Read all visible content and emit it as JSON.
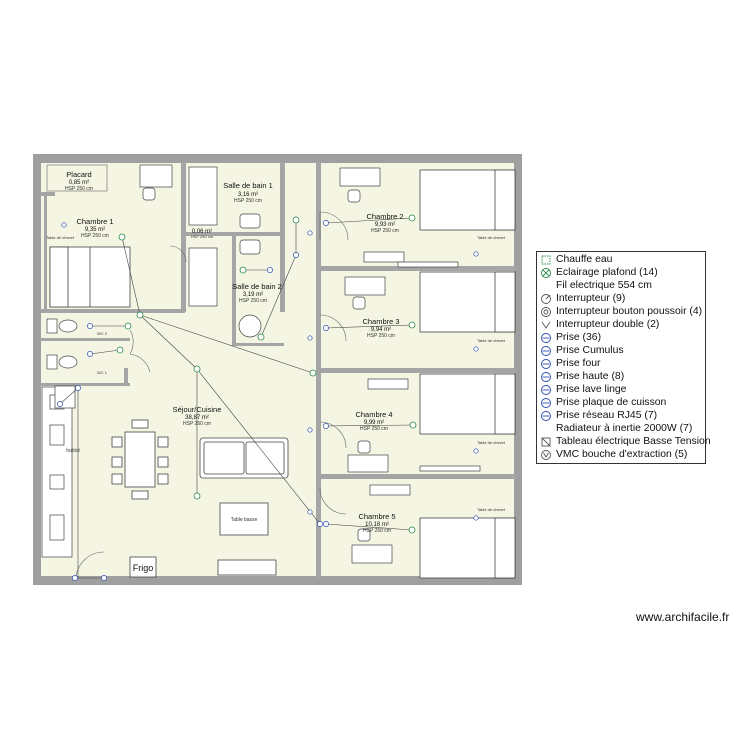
{
  "rooms": {
    "placard": {
      "name": "Placard",
      "area": "0,85 m²",
      "hsp": "HSP 250 cm"
    },
    "chambre1": {
      "name": "Chambre 1",
      "area": "9,35 m²",
      "hsp": "HSP 250 cm"
    },
    "sdb1": {
      "name": "Salle de bain 1",
      "area": "3,16 m²",
      "hsp": "HSP 250 cm"
    },
    "sdb2": {
      "name": "Salle de bain 2",
      "area": "3,19 m²",
      "hsp": "HSP 250 cm"
    },
    "small006": {
      "area": "0,06 m²",
      "hsp": "HSP 250 cm"
    },
    "chambre2": {
      "name": "Chambre 2",
      "area": "9,93 m²",
      "hsp": "HSP 250 cm"
    },
    "chambre3": {
      "name": "Chambre 3",
      "area": "9,94 m²",
      "hsp": "HSP 250 cm"
    },
    "chambre4": {
      "name": "Chambre 4",
      "area": "9,99 m²",
      "hsp": "HSP 250 cm"
    },
    "chambre5": {
      "name": "Chambre 5",
      "area": "10,18 m²",
      "hsp": "HSP 250 cm"
    },
    "sejour": {
      "name": "Séjour/Cuisine",
      "area": "38,87 m²",
      "hsp": "HSP 250 cm"
    },
    "wc1": {
      "name": "WC 1"
    },
    "wc2": {
      "name": "WC 2"
    }
  },
  "furniture": {
    "table_chevet": "Table de chevet",
    "table_basse": "Table basse",
    "frigo": "Frigo",
    "hublot": "hublot"
  },
  "legend": [
    {
      "label": "Chauffe eau",
      "icon": "water-heater-icon"
    },
    {
      "label": "Eclairage plafond (14)",
      "icon": "ceiling-light-icon"
    },
    {
      "label": "Fil electrique 554 cm",
      "icon": ""
    },
    {
      "label": "Interrupteur (9)",
      "icon": "switch-icon"
    },
    {
      "label": "Interrupteur bouton poussoir (4)",
      "icon": "push-button-icon"
    },
    {
      "label": "Interrupteur double (2)",
      "icon": "double-switch-icon"
    },
    {
      "label": "Prise (36)",
      "icon": "socket-icon"
    },
    {
      "label": "Prise Cumulus",
      "icon": "socket-icon"
    },
    {
      "label": "Prise four",
      "icon": "socket-icon"
    },
    {
      "label": "Prise haute (8)",
      "icon": "socket-icon"
    },
    {
      "label": "Prise lave linge",
      "icon": "socket-icon"
    },
    {
      "label": "Prise plaque de cuisson",
      "icon": "socket-icon"
    },
    {
      "label": "Prise réseau RJ45 (7)",
      "icon": "socket-icon"
    },
    {
      "label": "Radiateur à inertie 2000W (7)",
      "icon": ""
    },
    {
      "label": "Tableau électrique Basse Tension",
      "icon": "panel-icon"
    },
    {
      "label": "VMC bouche d'extraction (5)",
      "icon": "vmc-icon"
    }
  ],
  "site": "www.archifacile.fr",
  "colors": {
    "floor": "#f5f5e4",
    "wall": "#9a9a9a",
    "line": "#555555",
    "symbol": "#2a8a4a",
    "accent": "#2b4db0"
  }
}
